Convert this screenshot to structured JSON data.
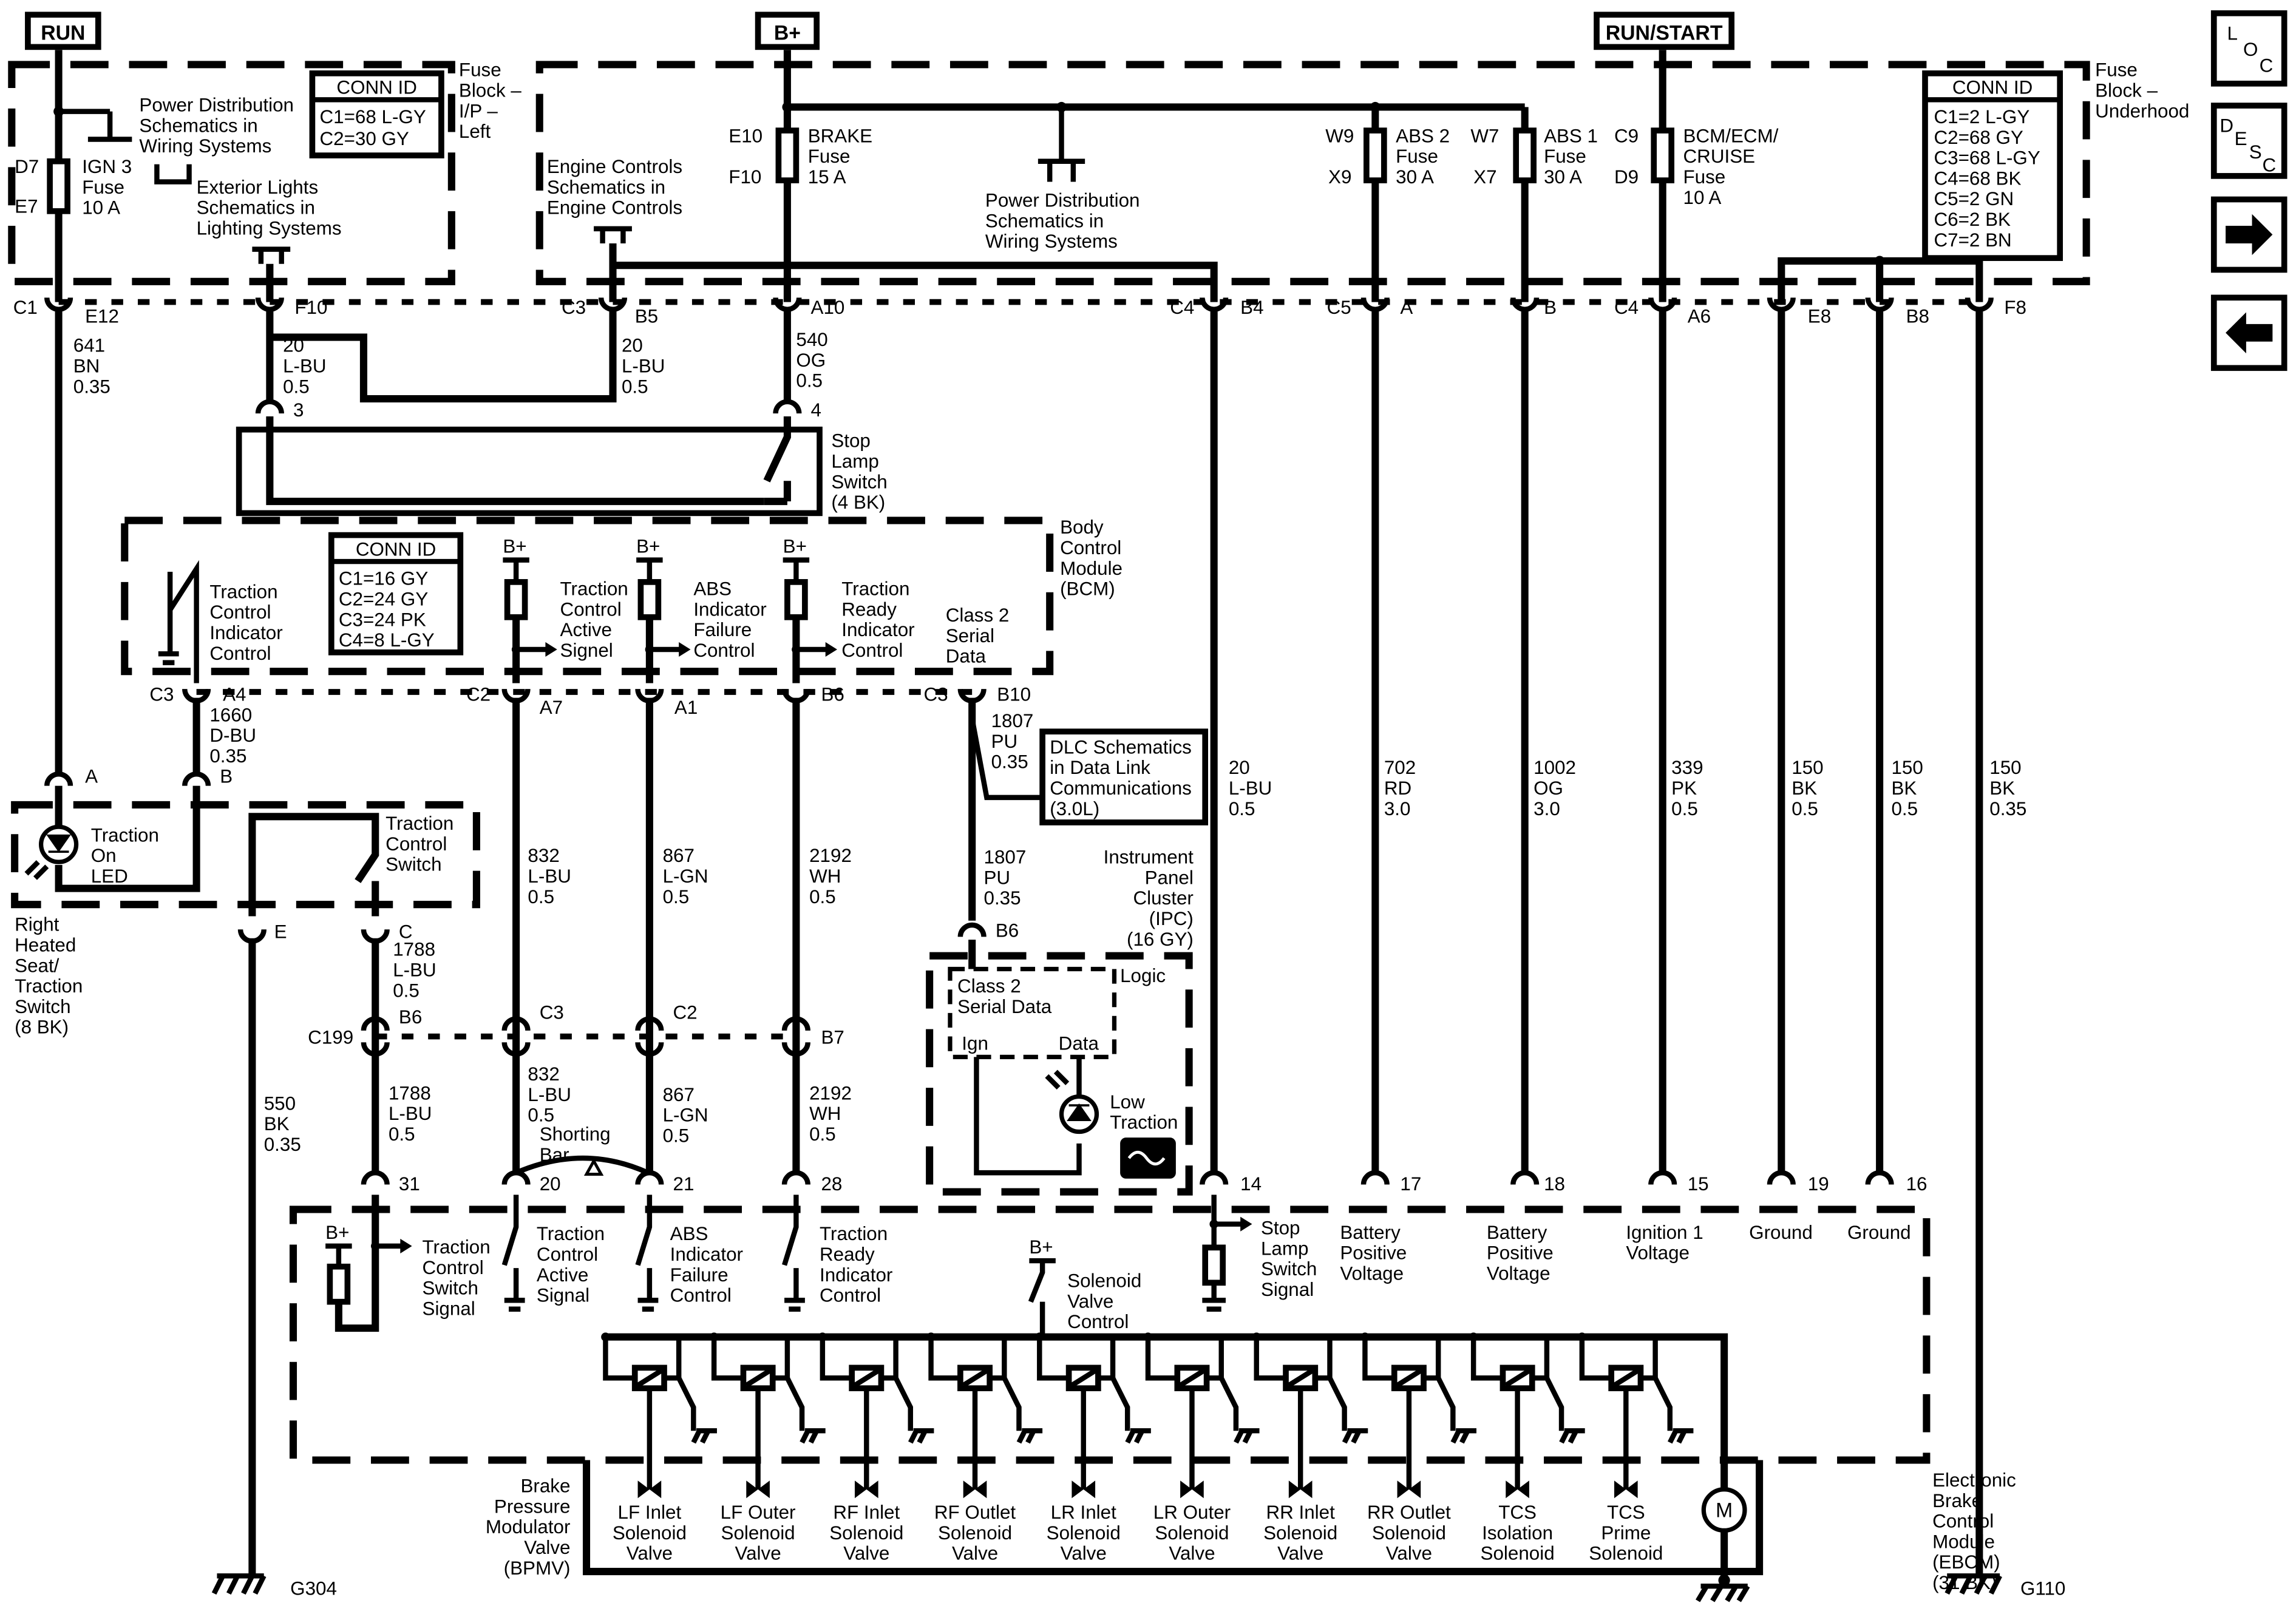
{
  "headers": {
    "run": "RUN",
    "bplus": "B+",
    "runstart": "RUN/START"
  },
  "nav": {
    "loc": [
      "L",
      "O",
      "C"
    ],
    "desc": [
      "D",
      "E",
      "S",
      "C"
    ],
    "next_icon": "right-arrow-icon",
    "prev_icon": "left-arrow-icon"
  },
  "fuse_block_ip": {
    "title": [
      "Fuse",
      "Block –",
      "I/P –",
      "Left"
    ],
    "conn_id": {
      "title": "CONN ID",
      "rows": [
        "C1=68 L-GY",
        "C2=30 GY"
      ]
    },
    "ign3": {
      "pins": [
        "D7",
        "E7"
      ],
      "label": [
        "IGN 3",
        "Fuse",
        "10 A"
      ]
    },
    "pd_ref": [
      "Power Distribution",
      "Schematics in",
      "Wiring Systems"
    ],
    "ext_ref": [
      "Exterior Lights",
      "Schematics in",
      "Lighting Systems"
    ]
  },
  "fuse_block_uh": {
    "title": [
      "Fuse",
      "Block –",
      "Underhood"
    ],
    "conn_id": {
      "title": "CONN ID",
      "rows": [
        "C1=2 L-GY",
        "C2=68 GY",
        "C3=68 L-GY",
        "C4=68 BK",
        "C5=2 GN",
        "C6=2 BK",
        "C7=2 BN"
      ]
    },
    "engine_ref": [
      "Engine Controls",
      "Schematics in",
      "Engine Controls"
    ],
    "brake": {
      "pins": [
        "E10",
        "F10"
      ],
      "label": [
        "BRAKE",
        "Fuse",
        "15 A"
      ]
    },
    "pd_ref": [
      "Power Distribution",
      "Schematics in",
      "Wiring Systems"
    ],
    "abs2": {
      "pins": [
        "W9",
        "X9"
      ],
      "label": [
        "ABS 2",
        "Fuse",
        "30 A"
      ]
    },
    "abs1": {
      "pins": [
        "W7",
        "X7"
      ],
      "label": [
        "ABS 1",
        "Fuse",
        "30 A"
      ]
    },
    "bcm": {
      "pins": [
        "C9",
        "D9"
      ],
      "label": [
        "BCM/ECM/",
        "CRUISE",
        "Fuse",
        "10 A"
      ]
    }
  },
  "top_connectors": [
    {
      "conn": "C1",
      "pin": "E12"
    },
    {
      "pin": "F10"
    },
    {
      "conn": "C3",
      "pin": "B5"
    },
    {
      "pin": "A10"
    },
    {
      "conn": "C4",
      "pin": "B4"
    },
    {
      "conn": "C5",
      "pin": "A"
    },
    {
      "pin": "B"
    },
    {
      "conn": "C4",
      "pin": "A6"
    },
    {
      "pin": "E8"
    },
    {
      "pin": "B8"
    },
    {
      "pin": "F8"
    }
  ],
  "wires": {
    "w641": [
      "641",
      "BN",
      "0.35"
    ],
    "w20a": [
      "20",
      "L-BU",
      "0.5"
    ],
    "w20b": [
      "20",
      "L-BU",
      "0.5"
    ],
    "w540": [
      "540",
      "OG",
      "0.5"
    ],
    "w1660": [
      "1660",
      "D-BU",
      "0.35"
    ],
    "w832a": [
      "832",
      "L-BU",
      "0.5"
    ],
    "w867a": [
      "867",
      "L-GN",
      "0.5"
    ],
    "w2192a": [
      "2192",
      "WH",
      "0.5"
    ],
    "w1807a": [
      "1807",
      "PU",
      "0.35"
    ],
    "w1807b": [
      "1807",
      "PU",
      "0.35"
    ],
    "w20c": [
      "20",
      "L-BU",
      "0.5"
    ],
    "w702": [
      "702",
      "RD",
      "3.0"
    ],
    "w1002": [
      "1002",
      "OG",
      "3.0"
    ],
    "w339": [
      "339",
      "PK",
      "0.5"
    ],
    "w150a": [
      "150",
      "BK",
      "0.5"
    ],
    "w150b": [
      "150",
      "BK",
      "0.5"
    ],
    "w150c": [
      "150",
      "BK",
      "0.35"
    ],
    "w1788a": [
      "1788",
      "L-BU",
      "0.5"
    ],
    "w1788b": [
      "1788",
      "L-BU",
      "0.5"
    ],
    "w550": [
      "550",
      "BK",
      "0.35"
    ],
    "w832b": [
      "832",
      "L-BU",
      "0.5"
    ],
    "w867b": [
      "867",
      "L-GN",
      "0.5"
    ],
    "w2192b": [
      "2192",
      "WH",
      "0.5"
    ]
  },
  "stop_lamp_switch": {
    "pins": [
      "3",
      "4"
    ],
    "label": [
      "Stop",
      "Lamp",
      "Switch",
      "(4 BK)"
    ]
  },
  "bcm_module": {
    "title": [
      "Body",
      "Control",
      "Module",
      "(BCM)"
    ],
    "conn_id": {
      "title": "CONN ID",
      "rows": [
        "C1=16 GY",
        "C2=24 GY",
        "C3=24 PK",
        "C4=8 L-GY"
      ]
    },
    "tci": [
      "Traction",
      "Control",
      "Indicator",
      "Control"
    ],
    "tcas": [
      "Traction",
      "Control",
      "Active",
      "Signel"
    ],
    "abs_ifc": [
      "ABS",
      "Indicator",
      "Failure",
      "Control"
    ],
    "tri": [
      "Traction",
      "Ready",
      "Indicator",
      "Control"
    ],
    "class2": [
      "Class 2",
      "Serial",
      "Data"
    ],
    "bplus": "B+",
    "pins": [
      {
        "conn": "C3",
        "pin": "A4"
      },
      {
        "conn": "C2",
        "pin": "A7"
      },
      {
        "pin": "A1"
      },
      {
        "pin": "B6"
      },
      {
        "conn": "C3",
        "pin": "B10"
      }
    ]
  },
  "dlc_ref": [
    "DLC Schematics",
    "in Data Link",
    "Communications",
    "(3.0L)"
  ],
  "seat_switch": {
    "pins": [
      "A",
      "B",
      "E",
      "C"
    ],
    "led": [
      "Traction",
      "On",
      "LED"
    ],
    "switch": [
      "Traction",
      "Control",
      "Switch"
    ],
    "title": [
      "Right",
      "Heated",
      "Seat/",
      "Traction",
      "Switch",
      "(8 BK)"
    ]
  },
  "c199": {
    "name": "C199",
    "pins": [
      "B6",
      "C3",
      "C2",
      "B7"
    ]
  },
  "shorting_bar": [
    "Shorting",
    "Bar"
  ],
  "ipc": {
    "title": [
      "Instrument",
      "Panel",
      "Cluster",
      "(IPC)",
      "(16 GY)"
    ],
    "pin": "B6",
    "logic": "Logic",
    "class2": [
      "Class 2",
      "Serial Data"
    ],
    "ign": "Ign",
    "data": "Data",
    "low_traction": [
      "Low",
      "Traction"
    ]
  },
  "ebcm": {
    "title": [
      "Electronic",
      "Brake",
      "Control",
      "Module",
      "(EBCM)",
      "(31 BK)"
    ],
    "bplus": "B+",
    "pins": [
      "31",
      "20",
      "21",
      "28",
      "14",
      "17",
      "18",
      "15",
      "19",
      "16"
    ],
    "tcss": [
      "Traction",
      "Control",
      "Switch",
      "Signal"
    ],
    "tcas": [
      "Traction",
      "Control",
      "Active",
      "Signal"
    ],
    "abs_ifc": [
      "ABS",
      "Indicator",
      "Failure",
      "Control"
    ],
    "tric": [
      "Traction",
      "Ready",
      "Indicator",
      "Control"
    ],
    "sls": [
      "Stop",
      "Lamp",
      "Switch",
      "Signal"
    ],
    "bpv1": [
      "Battery",
      "Positive",
      "Voltage"
    ],
    "bpv2": [
      "Battery",
      "Positive",
      "Voltage"
    ],
    "ign1": [
      "Ignition 1",
      "Voltage"
    ],
    "gnd1": "Ground",
    "gnd2": "Ground",
    "svc": [
      "Solenoid",
      "Valve",
      "Control"
    ]
  },
  "bpmv": {
    "title": [
      "Brake",
      "Pressure",
      "Modulator",
      "Valve",
      "(BPMV)"
    ],
    "valves": [
      [
        "LF Inlet",
        "Solenoid",
        "Valve"
      ],
      [
        "LF Outer",
        "Solenoid",
        "Valve"
      ],
      [
        "RF Inlet",
        "Solenoid",
        "Valve"
      ],
      [
        "RF Outlet",
        "Solenoid",
        "Valve"
      ],
      [
        "LR Inlet",
        "Solenoid",
        "Valve"
      ],
      [
        "LR Outer",
        "Solenoid",
        "Valve"
      ],
      [
        "RR Inlet",
        "Solenoid",
        "Valve"
      ],
      [
        "RR Outlet",
        "Solenoid",
        "Valve"
      ],
      [
        "TCS",
        "Isolation",
        "Solenoid"
      ],
      [
        "TCS",
        "Prime",
        "Solenoid"
      ]
    ],
    "motor": "M"
  },
  "grounds": {
    "g304": "G304",
    "g110": "G110"
  }
}
